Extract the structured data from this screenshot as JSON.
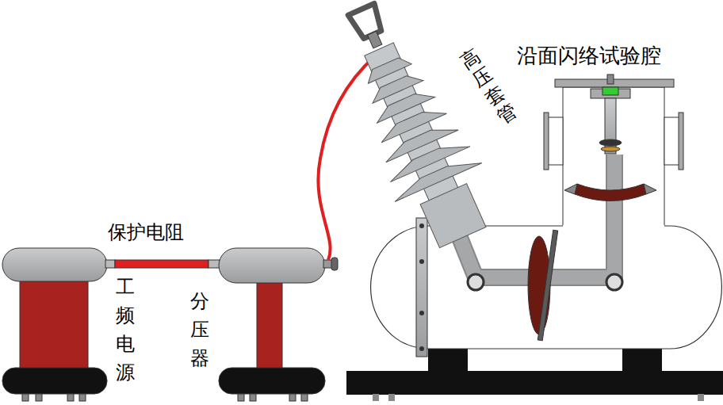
{
  "diagram": {
    "labels": [
      "沿面闪络试验腔",
      "高压套管",
      "保护电阻",
      "工频电源",
      "分压器"
    ]
  }
}
